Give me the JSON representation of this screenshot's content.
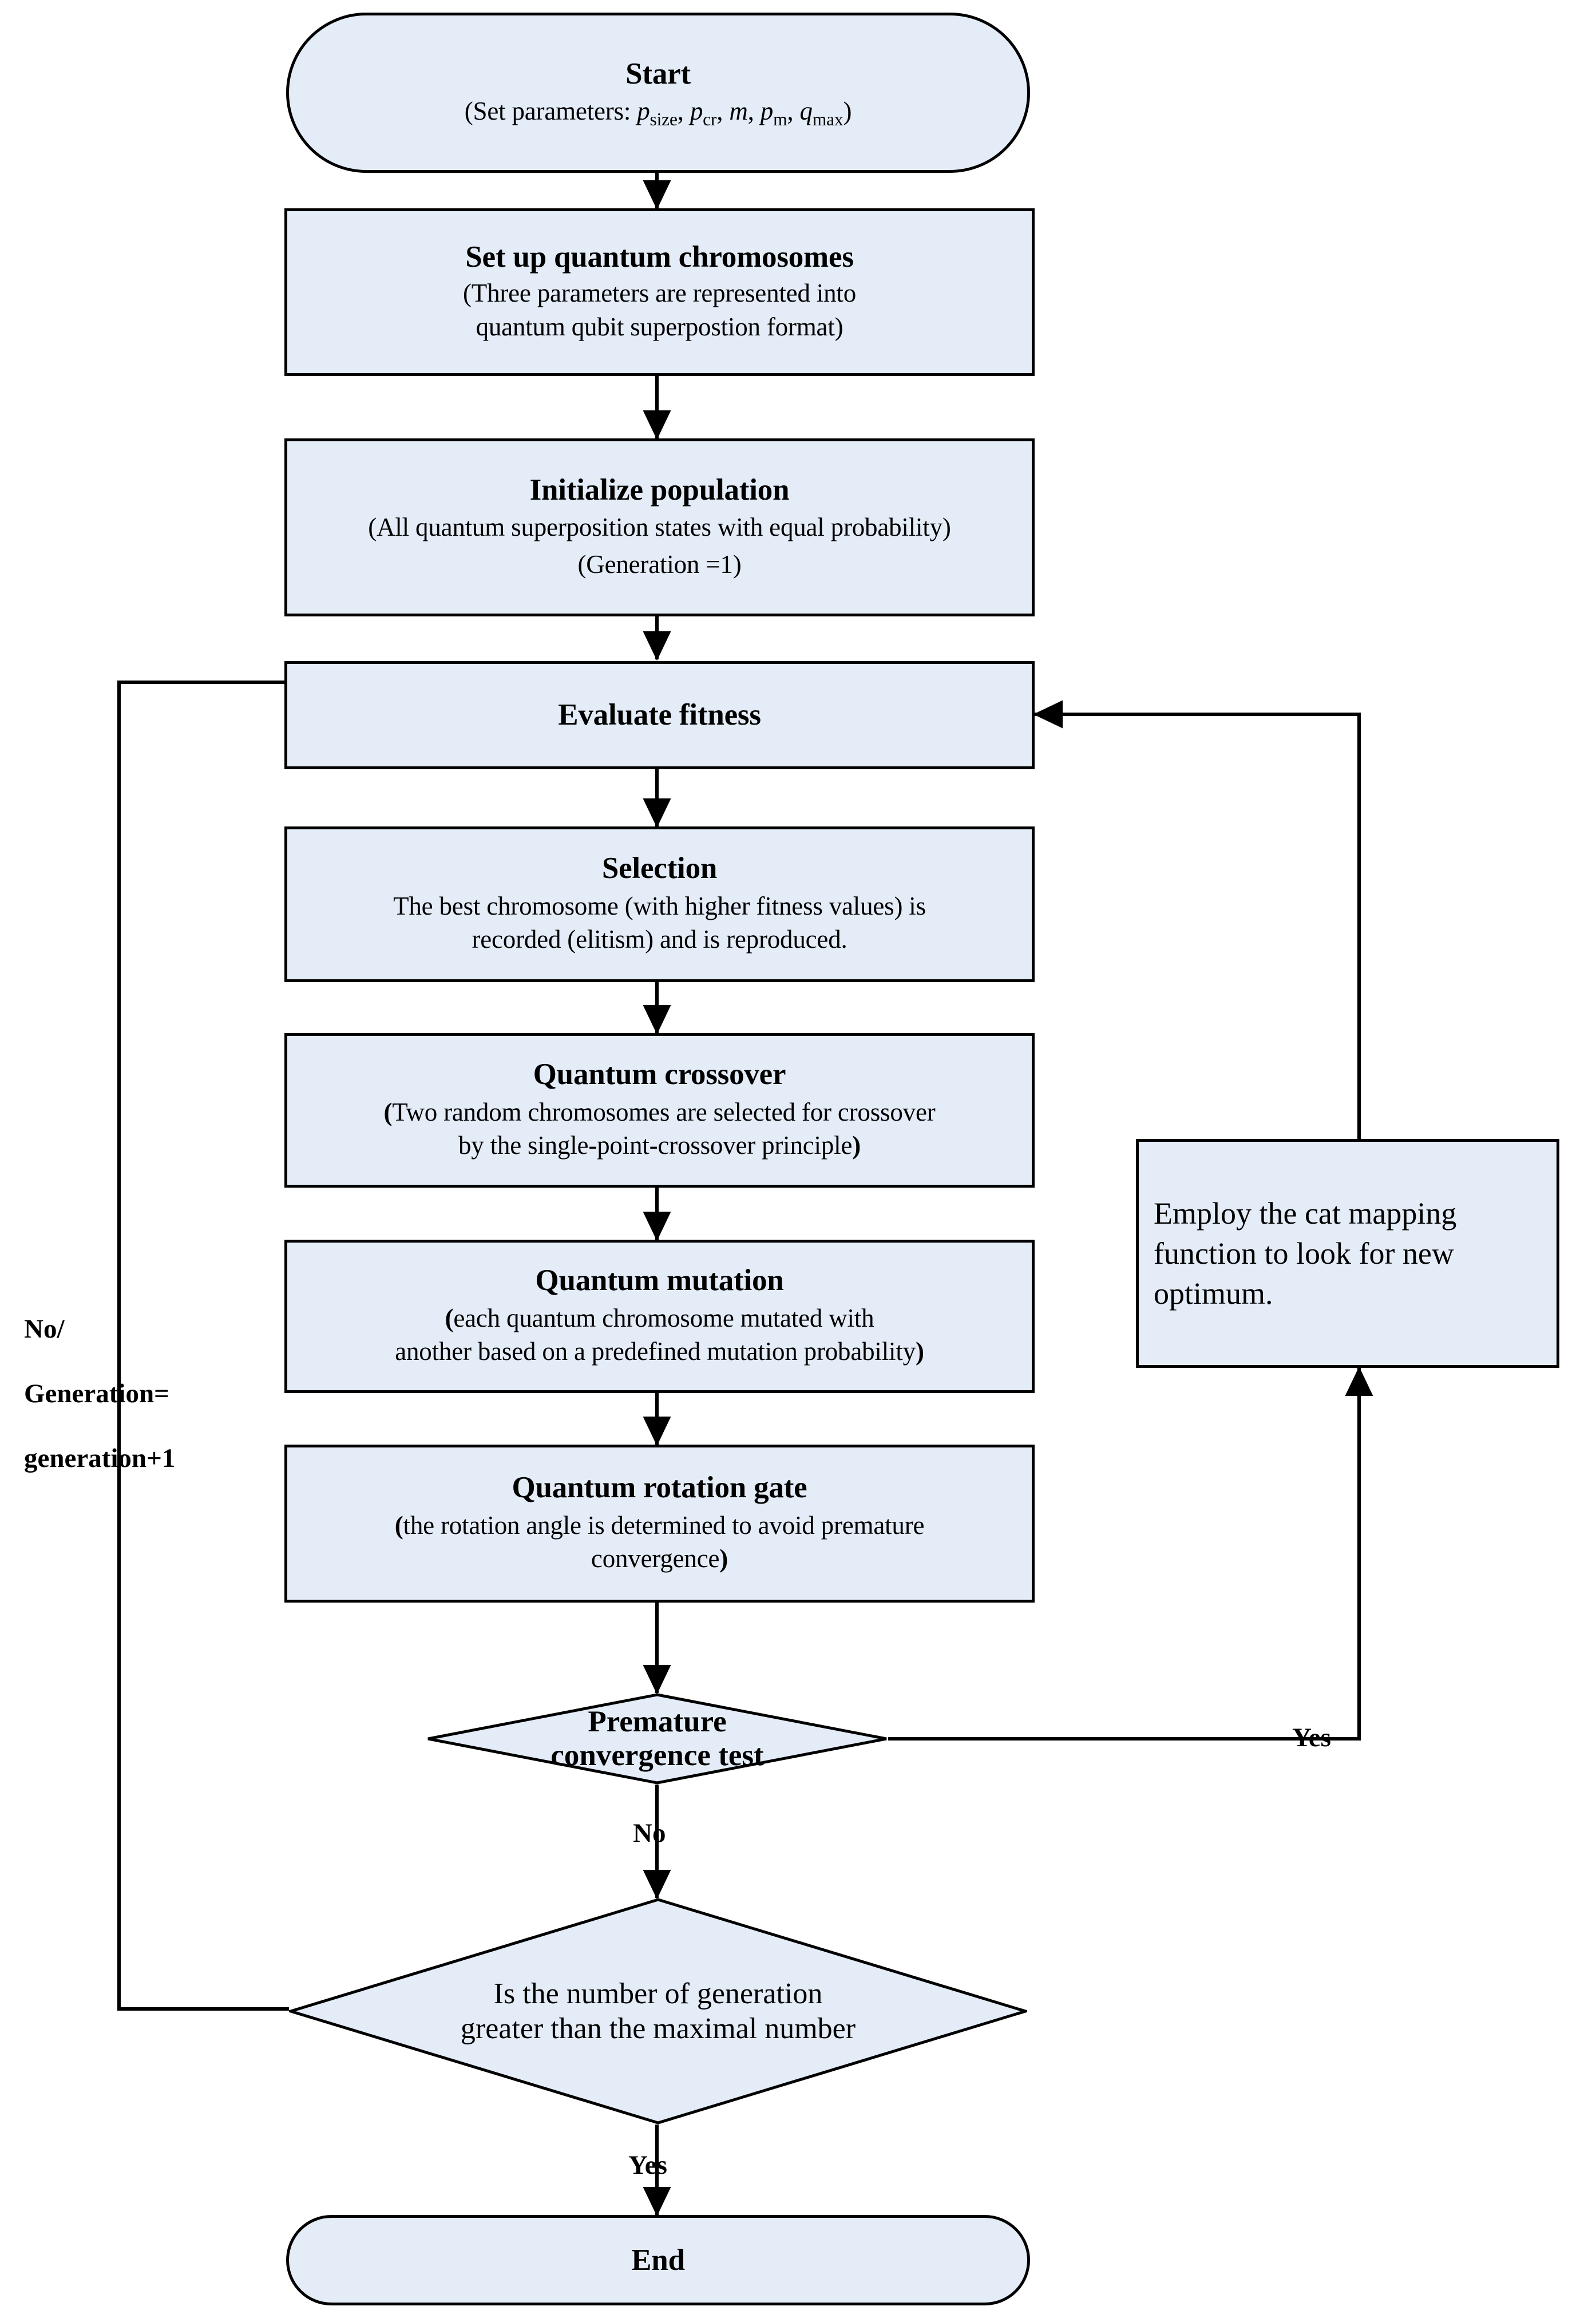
{
  "diagram": {
    "kind": "flowchart",
    "title_node": {
      "label": "Start",
      "sub_prefix": "(Set parameters: ",
      "params": [
        "p",
        "size",
        "p",
        "cr",
        "m",
        "p",
        "m",
        "q",
        "max"
      ],
      "sub_plain": "(Set parameters: p_size, p_cr, m, p_m, q_max)"
    },
    "nodes": [
      {
        "id": "start",
        "shape": "stadium",
        "title": "Start",
        "subtitle": "(Set parameters: p size, p cr, m, p m, q max)"
      },
      {
        "id": "setup",
        "shape": "rect",
        "title": "Set up quantum chromosomes",
        "lines": [
          "(Three parameters are represented into",
          "quantum qubit superpostion format)"
        ]
      },
      {
        "id": "init",
        "shape": "rect",
        "title": "Initialize population",
        "lines": [
          "(All quantum superposition states with equal probability)",
          "(Generation =1)"
        ]
      },
      {
        "id": "evaluate",
        "shape": "rect",
        "title": "Evaluate fitness",
        "lines": []
      },
      {
        "id": "selection",
        "shape": "rect",
        "title": "Selection",
        "lines": [
          "The best chromosome (with higher fitness values) is",
          "recorded (elitism) and is reproduced."
        ]
      },
      {
        "id": "crossover",
        "shape": "rect",
        "title": "Quantum crossover",
        "lines": [
          "(Two random chromosomes are selected for crossover",
          "by the single-point-crossover principle)"
        ]
      },
      {
        "id": "mutation",
        "shape": "rect",
        "title": "Quantum mutation",
        "lines": [
          "(each quantum chromosome mutated with",
          "another based on a predefined mutation probability)"
        ]
      },
      {
        "id": "rotation",
        "shape": "rect",
        "title": "Quantum rotation gate",
        "lines": [
          "(the rotation angle is determined to avoid premature",
          "convergence)"
        ]
      },
      {
        "id": "premature-test",
        "shape": "diamond",
        "lines": [
          "Premature",
          "convergence test"
        ]
      },
      {
        "id": "cat-mapping",
        "shape": "rect",
        "lines": [
          "Employ the cat mapping",
          "function to look for new",
          "optimum."
        ]
      },
      {
        "id": "generation-test",
        "shape": "diamond",
        "lines": [
          "Is the number of generation",
          "greater than the maximal number"
        ]
      },
      {
        "id": "end",
        "shape": "stadium",
        "title": "End",
        "lines": []
      }
    ],
    "edge_labels": {
      "yes_premature": "Yes",
      "no_premature": "No",
      "yes_generation": "Yes",
      "no_generation": "No/\nGeneration=\ngeneration+1"
    },
    "colors": {
      "node_fill": "#e4ecf7",
      "stroke": "#000000",
      "background": "#ffffff",
      "text": "#000000"
    }
  },
  "boxes": {
    "setup": {
      "title": "Set up quantum chromosomes",
      "l1": "(Three parameters are represented into",
      "l2": "quantum qubit superpostion format)"
    },
    "init": {
      "title": "Initialize population",
      "l1": "(All quantum superposition states with equal probability)",
      "l2": "(Generation =1)"
    },
    "evaluate": {
      "title": "Evaluate fitness"
    },
    "selection": {
      "title": "Selection",
      "l1": "The best chromosome (with higher fitness values) is",
      "l2": "recorded (elitism) and is reproduced."
    },
    "crossover": {
      "title": "Quantum crossover",
      "open": "(",
      "l1": "Two random chromosomes are selected for crossover",
      "l2": "by the single-point-crossover principle",
      "close": ")"
    },
    "mutation": {
      "title": "Quantum mutation",
      "open": "(",
      "l1": "each quantum chromosome mutated with",
      "l2": "another based on a predefined mutation probability",
      "close": ")"
    },
    "rotation": {
      "title": "Quantum rotation gate",
      "open": "(",
      "l1": "the rotation angle is determined to avoid premature",
      "l2": "convergence",
      "close": ")"
    },
    "cat": {
      "text": "Employ the cat mapping function to look for new optimum."
    },
    "start": {
      "title": "Start"
    },
    "end": {
      "title": "End"
    }
  },
  "diamonds": {
    "premature": {
      "l1": "Premature",
      "l2": "convergence test"
    },
    "generation": {
      "l1": "Is the number of generation",
      "l2": "greater than the maximal number"
    }
  },
  "labels": {
    "yes_right": "Yes",
    "no_mid": "No",
    "yes_bottom": "Yes",
    "no_left_1": "No/",
    "no_left_2": "Generation=",
    "no_left_3": "generation+1"
  },
  "start_params": {
    "prefix": "(Set parameters: ",
    "p1": "p",
    "p1s": "size",
    "p2": "p",
    "p2s": "cr",
    "p3": "m",
    "p4": "p",
    "p4s": "m",
    "p5": "q",
    "p5s": "max",
    "suffix": ")",
    "sep": ", "
  }
}
